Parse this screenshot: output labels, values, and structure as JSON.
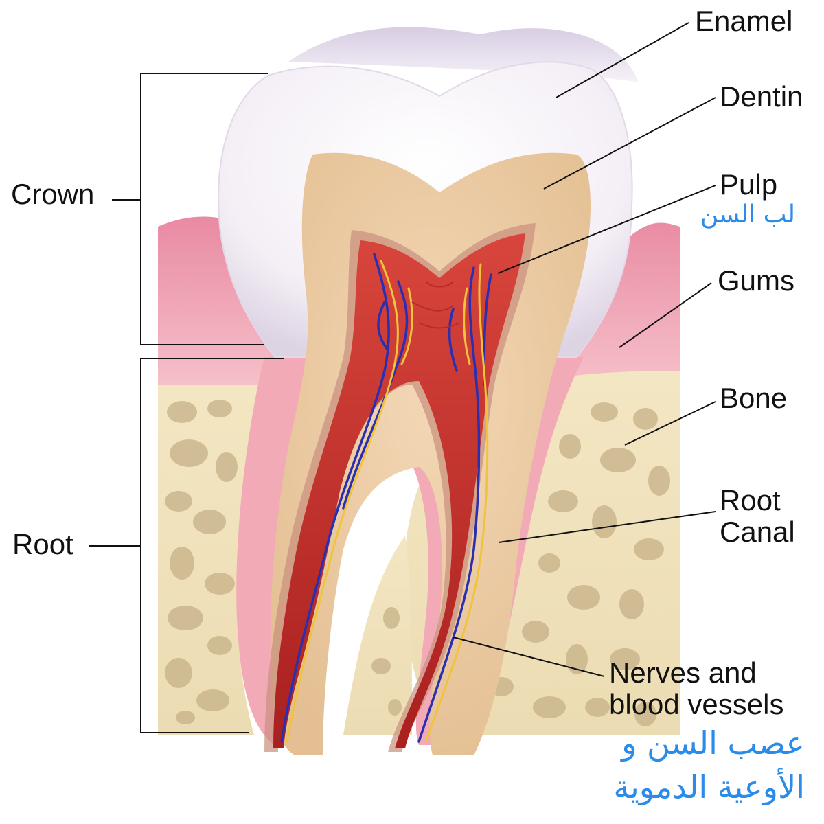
{
  "labels": {
    "enamel": "Enamel",
    "dentin": "Dentin",
    "pulp": "Pulp",
    "pulp_ar": "لب السن",
    "gums": "Gums",
    "bone": "Bone",
    "root_canal_1": "Root",
    "root_canal_2": "Canal",
    "nerves_1": "Nerves and",
    "nerves_2": "blood vessels",
    "nerves_ar_1": "عصب السن و",
    "nerves_ar_2": "الأوعية الدموية",
    "crown": "Crown",
    "root": "Root"
  },
  "colors": {
    "enamel": "#f3eef6",
    "dentin": "#e9c9a0",
    "pulp": "#c4302c",
    "gum": "#f0a9b6",
    "bone": "#efe2bd",
    "bone_pore": "#c9b48a",
    "nerve": "#2a2fb0",
    "vessel": "#f0c33c",
    "arabic_text": "#2a8be8"
  }
}
